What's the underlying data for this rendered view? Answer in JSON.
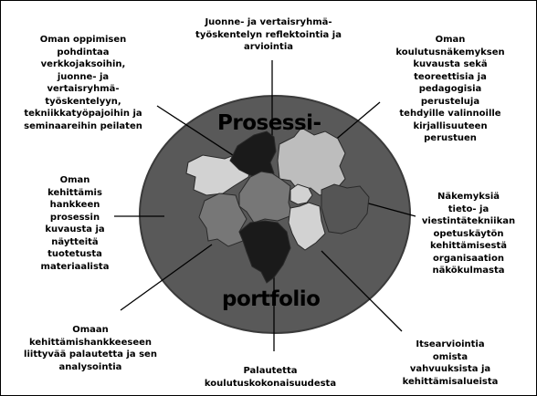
{
  "center": {
    "word_top": "Prosessi-",
    "word_bottom": "portfolio"
  },
  "labels": {
    "top": "Juonne- ja vertaisryhmä-\ntyöskentelyn reflektointia ja\narviointia",
    "top_left": "Oman oppimisen\npohdintaa\nverkkojaksoihin,\njuonne- ja\nvertaisryhmä-\ntyöskentelyyn,\ntekniikkatyöpajoihin ja\nseminaareihin peilaten",
    "top_right": "Oman\nkoulutusnäkemyksen\nkuvausta sekä\nteoreettisia ja\npedagogisia perusteluja\ntehdyille valinnoille\nkirjallisuuteen\nperustuen",
    "left": "Oman\nkehittämis\nhankkeen\nprosessin\nkuvausta ja\nnäytteitä\ntuotetusta\nmateriaalista",
    "right": "Näkemyksiä tieto- ja\nviestintätekniikan\nopetuskäytön\nkehittämisestä\norganisaation\nnäkökulmasta",
    "bottom_left": "Omaan\nkehittämishankkeeseen\nliittyvää palautetta ja sen\nanalysointia",
    "bottom": "Palautetta\nkoulutuskokonaisuudesta",
    "bottom_right": "Itsearviointia omista\nvahvuuksista ja\nkehittämisalueista"
  },
  "colors": {
    "ellipse": "#595959",
    "ellipse_stroke": "#3a3a3a",
    "piece_black": "#1a1a1a",
    "piece_dark": "#555555",
    "piece_mid": "#777777",
    "piece_light": "#bdbdbd",
    "piece_lighter": "#d2d2d2",
    "line": "#000000"
  }
}
